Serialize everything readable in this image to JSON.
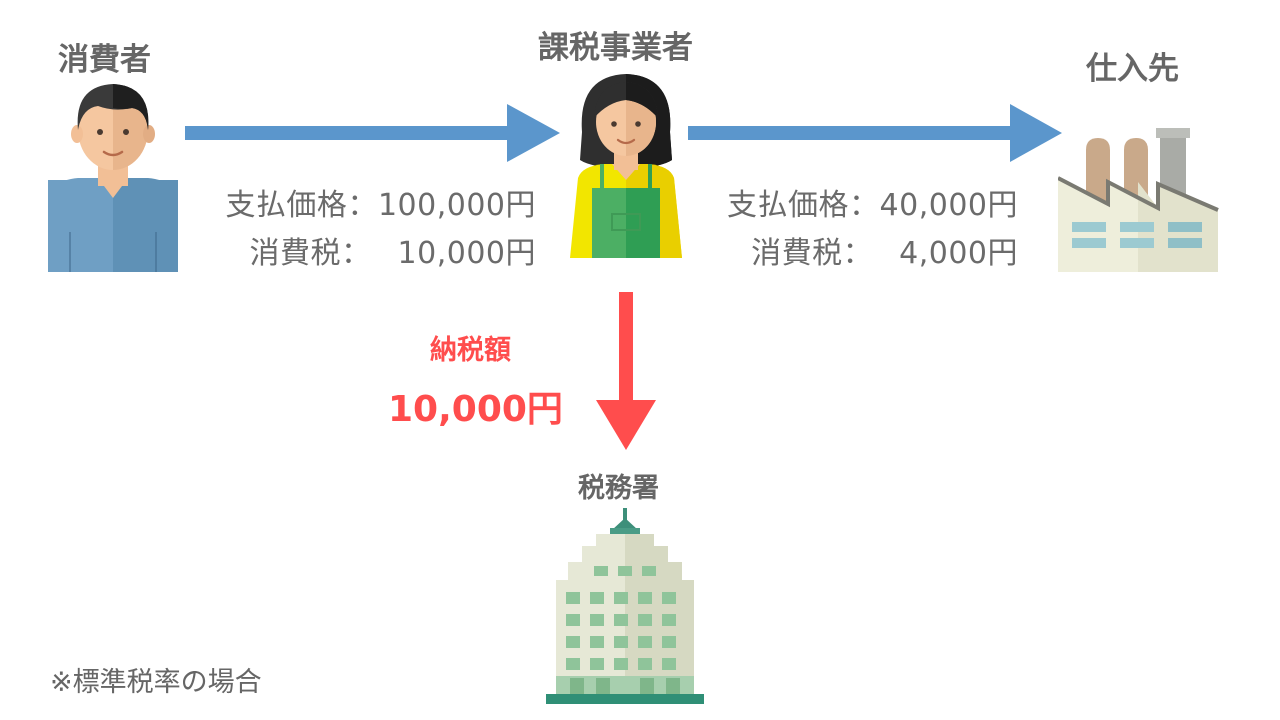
{
  "consumer": {
    "label": "消費者"
  },
  "business": {
    "label": "課税事業者"
  },
  "supplier": {
    "label": "仕入先"
  },
  "tax_office": {
    "label": "税務署"
  },
  "payment_to_business": {
    "price_label": "支払価格：",
    "price_value": "100,000円",
    "tax_label": "消費税：",
    "tax_value": "10,000円"
  },
  "payment_to_supplier": {
    "price_label": "支払価格：",
    "price_value": "40,000円",
    "tax_label": "消費税：",
    "tax_value": "4,000円"
  },
  "tax_payment": {
    "label": "納税額",
    "value": "10,000円"
  },
  "note": "※標準税率の場合",
  "colors": {
    "flow_arrow": "#5b96cc",
    "tax_arrow": "#ff4d4d",
    "highlight_text": "#ff4d4d",
    "text": "#666666"
  }
}
